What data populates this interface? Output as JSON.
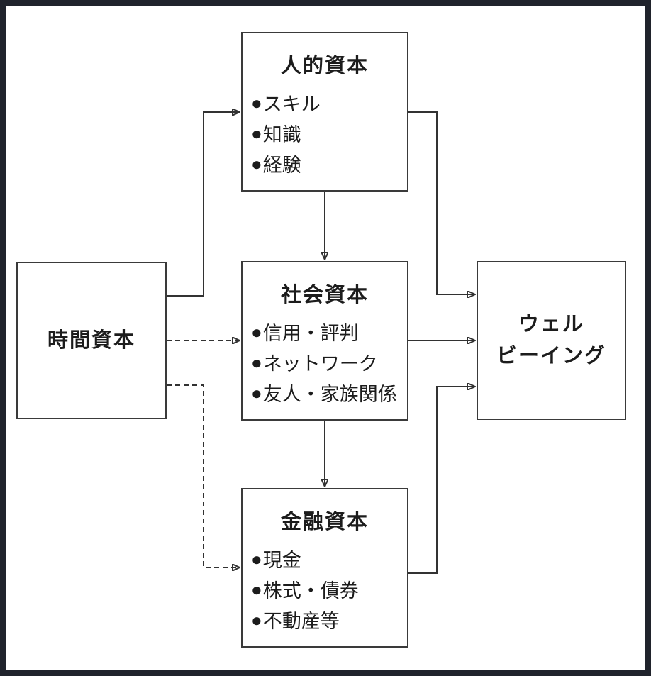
{
  "diagram": {
    "glyphs": {
      "bullet": "●"
    },
    "colors": {
      "frame": "#20232c",
      "background": "#ffffff",
      "box_border": "#3a3a3a",
      "line": "#323232",
      "text": "#1c1c1c"
    },
    "boxes": {
      "human": {
        "title": "人的資本",
        "items": [
          "スキル",
          "知識",
          "経験"
        ]
      },
      "time": {
        "title": "時間資本"
      },
      "social": {
        "title": "社会資本",
        "items": [
          "信用・評判",
          "ネットワーク",
          "友人・家族関係"
        ]
      },
      "financial": {
        "title": "金融資本",
        "items": [
          "現金",
          "株式・債券",
          "不動産等"
        ]
      },
      "wellbeing": {
        "title": "ウェル\nビーイング"
      }
    },
    "edges": [
      {
        "from": "時間資本",
        "to": "人的資本",
        "style": "solid"
      },
      {
        "from": "時間資本",
        "to": "社会資本",
        "style": "dashed"
      },
      {
        "from": "時間資本",
        "to": "金融資本",
        "style": "dashed"
      },
      {
        "from": "人的資本",
        "to": "社会資本",
        "style": "solid"
      },
      {
        "from": "人的資本",
        "to": "ウェルビーイング",
        "style": "solid"
      },
      {
        "from": "社会資本",
        "to": "金融資本",
        "style": "solid"
      },
      {
        "from": "社会資本",
        "to": "ウェルビーイング",
        "style": "solid"
      },
      {
        "from": "金融資本",
        "to": "ウェルビーイング",
        "style": "solid"
      }
    ]
  }
}
